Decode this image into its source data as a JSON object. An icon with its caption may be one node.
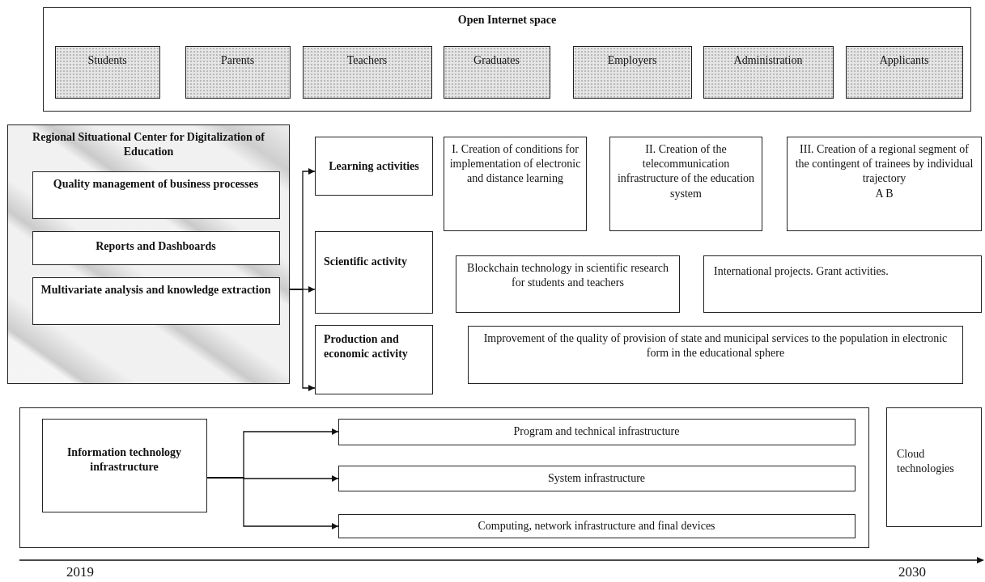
{
  "diagram": {
    "nodes": [
      {
        "text": [
          "Open Internet space"
        ]
      },
      {
        "text": [
          "Students"
        ],
        "in": 0
      },
      {
        "text": [
          "Parents"
        ],
        "in": 0
      },
      {
        "text": [
          "Teachers"
        ],
        "in": 0
      },
      {
        "text": [
          "Graduates"
        ],
        "in": 0
      },
      {
        "text": [
          "Employers"
        ],
        "in": 0
      },
      {
        "text": [
          "Administration"
        ],
        "in": 0
      },
      {
        "text": [
          "Applicants"
        ],
        "in": 0
      },
      {
        "text": [
          "Regional Situational Center for Digitalization of Education"
        ]
      },
      {
        "text": [
          "Quality management of business processes"
        ],
        "in": 8
      },
      {
        "text": [
          "Reports and Dashboards"
        ],
        "in": 8
      },
      {
        "text": [
          "Multivariate analysis and knowledge extraction"
        ],
        "in": 8
      },
      {
        "text": [
          "Learning activities"
        ]
      },
      {
        "text": [
          "Scientific activity"
        ]
      },
      {
        "text": [
          "Production and economic activity"
        ]
      },
      {
        "text": [
          "I. Creation of conditions for implementation of electronic and distance learning"
        ]
      },
      {
        "text": [
          "II. Creation of the telecommunication infrastructure of the education system"
        ]
      },
      {
        "text": [
          "III. Creation of a regional segment of the contingent of trainees by individual trajectory",
          "A B"
        ]
      },
      {
        "text": [
          "Blockchain technology in scientific research for students and teachers"
        ]
      },
      {
        "text": [
          "International projects. Grant activities."
        ]
      },
      {
        "text": [
          "Improvement of the quality of provision of state and municipal services to the population in electronic form in the educational sphere"
        ]
      },
      {
        "text": [],
        "shape": "box"
      },
      {
        "text": [
          "Information technology infrastructure"
        ],
        "in": 21
      },
      {
        "text": [
          "Program and technical infrastructure"
        ],
        "in": 21
      },
      {
        "text": [
          "System infrastructure"
        ],
        "in": 21
      },
      {
        "text": [
          "Computing, network infrastructure and final devices"
        ],
        "in": 21
      },
      {
        "text": [
          "Cloud technologies"
        ]
      }
    ],
    "edges": [
      {
        "from": 8,
        "to": 12,
        "arrow": "to"
      },
      {
        "from": 8,
        "to": 13,
        "arrow": "to"
      },
      {
        "from": 8,
        "to": 14,
        "arrow": "to"
      },
      {
        "from": 22,
        "to": 23,
        "arrow": "to"
      },
      {
        "from": 22,
        "to": 24,
        "arrow": "to"
      },
      {
        "from": 22,
        "to": 25,
        "arrow": "to"
      }
    ],
    "labels": [
      "2019",
      "2030"
    ]
  }
}
